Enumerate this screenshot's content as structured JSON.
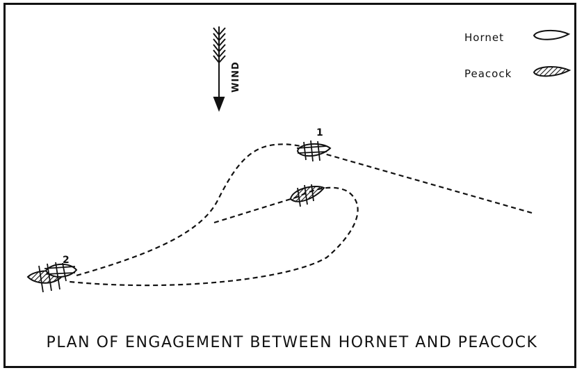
{
  "wind": {
    "label": "WIND",
    "icon": "wind-arrow-icon"
  },
  "legend": [
    {
      "label": "Hornet",
      "icon": "ship-outline-icon",
      "fill": "none"
    },
    {
      "label": "Peacock",
      "icon": "ship-hatched-icon",
      "fill": "hatched"
    }
  ],
  "positions": {
    "first": "1",
    "second": "2"
  },
  "caption": "PLAN OF ENGAGEMENT BETWEEN HORNET AND PEACOCK",
  "colors": {
    "ink": "#111111",
    "paper": "#ffffff"
  }
}
